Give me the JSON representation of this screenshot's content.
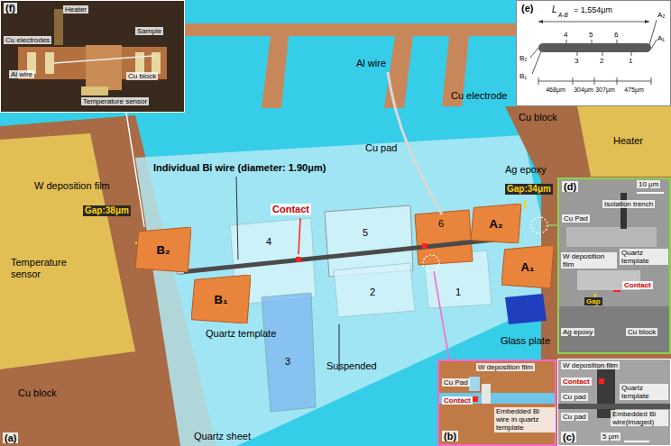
{
  "diagram": {
    "nodes": [
      {
        "text": [
          "(a)"
        ]
      },
      {
        "text": [
          "B₂"
        ],
        "in": 0
      },
      {
        "text": [
          "B₁"
        ],
        "in": 0
      },
      {
        "text": [
          "A₂"
        ],
        "in": 0
      },
      {
        "text": [
          "A₁"
        ],
        "in": 0
      },
      {
        "text": [
          "(f)"
        ]
      },
      {
        "text": [
          "(e)"
        ]
      },
      {
        "text": [
          "(d)"
        ]
      },
      {
        "text": [
          "(b)"
        ]
      },
      {
        "text": [
          "(c)"
        ]
      }
    ],
    "labels": [
      "Individual Bi wire (diameter: 1.90μm)",
      "W deposition film",
      "Gap:38μm",
      "Quartz template",
      "Temperature sensor",
      "Cu block",
      "Quartz sheet",
      "Suspended",
      "Contact",
      "1",
      "2",
      "3",
      "4",
      "5",
      "6",
      "Glass plate",
      "Ag epoxy",
      "Gap:34μm",
      "Cu pad",
      "Al wire",
      "Cu electrode",
      "Cu block",
      "Heater",
      "Heater",
      "Sample",
      "Cu electrodes",
      "Al wire",
      "Cu block",
      "Temperature sensor",
      "L",
      "A-B",
      "= 1,554μm",
      "A₂",
      "A₁",
      "B₂",
      "B₁",
      "4",
      "5",
      "6",
      "3",
      "2",
      "1",
      "468μm",
      "304μm",
      "307μm",
      "475μm",
      "10 μm",
      "Cu Pad",
      "Isolation trench",
      "W deposition film",
      "Quartz template",
      "Gap",
      "Contact",
      "Ag epoxy",
      "Cu block",
      "W deposition film",
      "Cu Pad",
      "Contact",
      "Embedded Bi wire in quartz template",
      "W deposition film",
      "Contact",
      "Cu pad",
      "Quartz template",
      "Cu pad",
      "5 μm",
      "Embedded Bi wire(imaged)"
    ]
  }
}
